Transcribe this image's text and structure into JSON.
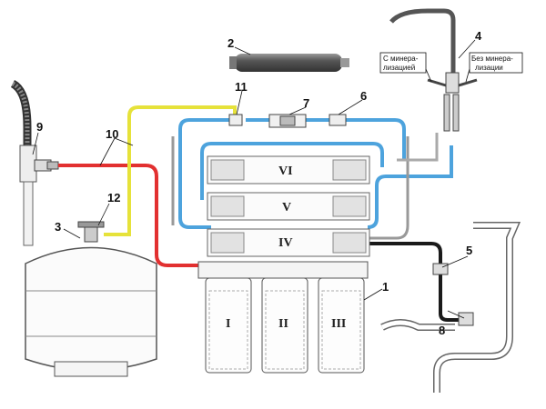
{
  "components": {
    "filter_housing": "1",
    "membrane": "2",
    "storage_tank": "3",
    "faucet": "4",
    "drain_clamp": "5",
    "check_valve": "6",
    "flow_restrictor": "7",
    "drain_valve": "8",
    "feed_adapter": "9",
    "red_tube": "10",
    "shutoff_valve": "11",
    "tank_valve": "12"
  },
  "stages": {
    "I": "I",
    "II": "II",
    "III": "III",
    "IV": "IV",
    "V": "V",
    "VI": "VI"
  },
  "faucet_labels": {
    "left_line1": "С минера-",
    "left_line2": "лизацией",
    "right_line1": "Без минера-",
    "right_line2": "лизации"
  },
  "colors": {
    "blue": "#4da3dd",
    "yellow": "#ecec3f",
    "red": "#e23030",
    "black": "#1a1a1a",
    "outline": "#666666"
  }
}
